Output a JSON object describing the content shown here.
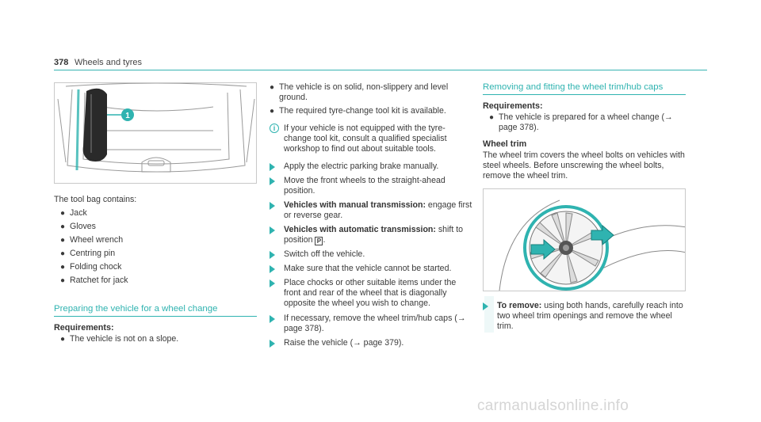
{
  "header": {
    "page_number": "378",
    "section": "Wheels and tyres"
  },
  "col1": {
    "intro": "The tool bag contains:",
    "items": [
      "Jack",
      "Gloves",
      "Wheel wrench",
      "Centring pin",
      "Folding chock",
      "Ratchet for jack"
    ],
    "heading": "Preparing the vehicle for a wheel change",
    "req_label": "Requirements:",
    "req_items": [
      "The vehicle is not on a slope."
    ],
    "figure_callout": "1"
  },
  "col2": {
    "bullets": [
      "The vehicle is on solid, non-slippery and level ground.",
      "The required tyre-change tool kit is available."
    ],
    "info": "If your vehicle is not equipped with the tyre-change tool kit, consult a qualified specialist workshop to find out about suitable tools.",
    "steps": [
      {
        "bold": "",
        "text": "Apply the electric parking brake manually."
      },
      {
        "bold": "",
        "text": "Move the front wheels to the straight-ahead position."
      },
      {
        "bold": "Vehicles with manual transmission:",
        "text": " engage first or reverse gear."
      },
      {
        "bold": "Vehicles with automatic transmission:",
        "text": " shift to position ",
        "symbol": "P",
        "after": "."
      },
      {
        "bold": "",
        "text": "Switch off the vehicle."
      },
      {
        "bold": "",
        "text": "Make sure that the vehicle cannot be started."
      },
      {
        "bold": "",
        "text": "Place chocks or other suitable items under the front and rear of the wheel that is diagonally opposite the wheel you wish to change."
      },
      {
        "bold": "",
        "text": "If necessary, remove the wheel trim/hub caps (→ page 378)."
      },
      {
        "bold": "",
        "text": "Raise the vehicle (→ page 379)."
      }
    ]
  },
  "col3": {
    "heading": "Removing and fitting the wheel trim/hub caps",
    "req_label": "Requirements:",
    "req_items": [
      "The vehicle is prepared for a wheel change (→ page 378)."
    ],
    "subheading": "Wheel trim",
    "para": "The wheel trim covers the wheel bolts on vehicles with steel wheels. Before unscrewing the wheel bolts, remove the wheel trim.",
    "step_bold": "To remove:",
    "step_text": " using both hands, carefully reach into two wheel trim openings and remove the wheel trim."
  },
  "watermark": "carmanualsonline.info",
  "colors": {
    "accent": "#2fb3b0",
    "text": "#3a3a3a",
    "rule": "#36b4b2"
  }
}
